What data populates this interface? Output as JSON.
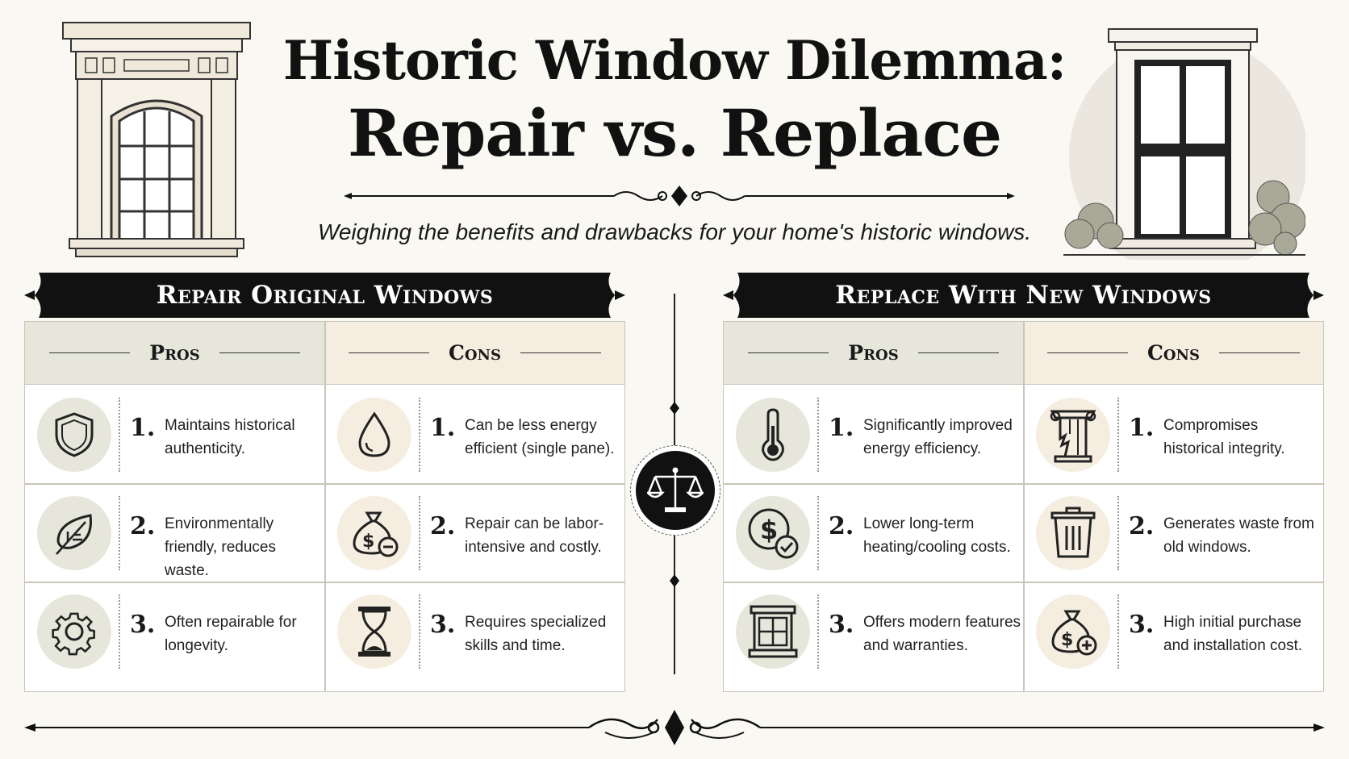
{
  "header": {
    "title_line1": "Historic Window Dilemma:",
    "title_line2": "Repair vs. Replace",
    "subtitle": "Weighing the benefits and drawbacks for your home's historic windows."
  },
  "repair": {
    "banner": "Repair Original Windows",
    "pros_label": "Pros",
    "cons_label": "Cons",
    "pros": [
      {
        "num": "1.",
        "text": "Maintains historical authenticity.",
        "icon": "shield-icon"
      },
      {
        "num": "2.",
        "text": "Environmentally friendly, reduces waste.",
        "icon": "leaf-icon"
      },
      {
        "num": "3.",
        "text": "Often repairable for longevity.",
        "icon": "gear-icon"
      }
    ],
    "cons": [
      {
        "num": "1.",
        "text": "Can be less energy efficient (single pane).",
        "icon": "water-drop-icon"
      },
      {
        "num": "2.",
        "text": "Repair can be labor-intensive and costly.",
        "icon": "money-bag-minus-icon"
      },
      {
        "num": "3.",
        "text": "Requires specialized skills and time.",
        "icon": "hourglass-icon"
      }
    ]
  },
  "replace": {
    "banner": "Replace With New Windows",
    "pros_label": "Pros",
    "cons_label": "Cons",
    "pros": [
      {
        "num": "1.",
        "text": "Significantly improved energy efficiency.",
        "icon": "thermometer-icon"
      },
      {
        "num": "2.",
        "text": "Lower long-term heating/cooling costs.",
        "icon": "dollar-check-icon"
      },
      {
        "num": "3.",
        "text": "Offers modern features and warranties.",
        "icon": "window-icon"
      }
    ],
    "cons": [
      {
        "num": "1.",
        "text": "Compromises historical integrity.",
        "icon": "broken-column-icon"
      },
      {
        "num": "2.",
        "text": "Generates waste from old windows.",
        "icon": "trash-can-icon"
      },
      {
        "num": "3.",
        "text": "High initial purchase and installation cost.",
        "icon": "money-bag-plus-icon"
      }
    ]
  },
  "colors": {
    "banner": "#111111",
    "pros_tint": "#e6e7da",
    "cons_tint": "#f5ede0",
    "background": "#faf8f2"
  }
}
